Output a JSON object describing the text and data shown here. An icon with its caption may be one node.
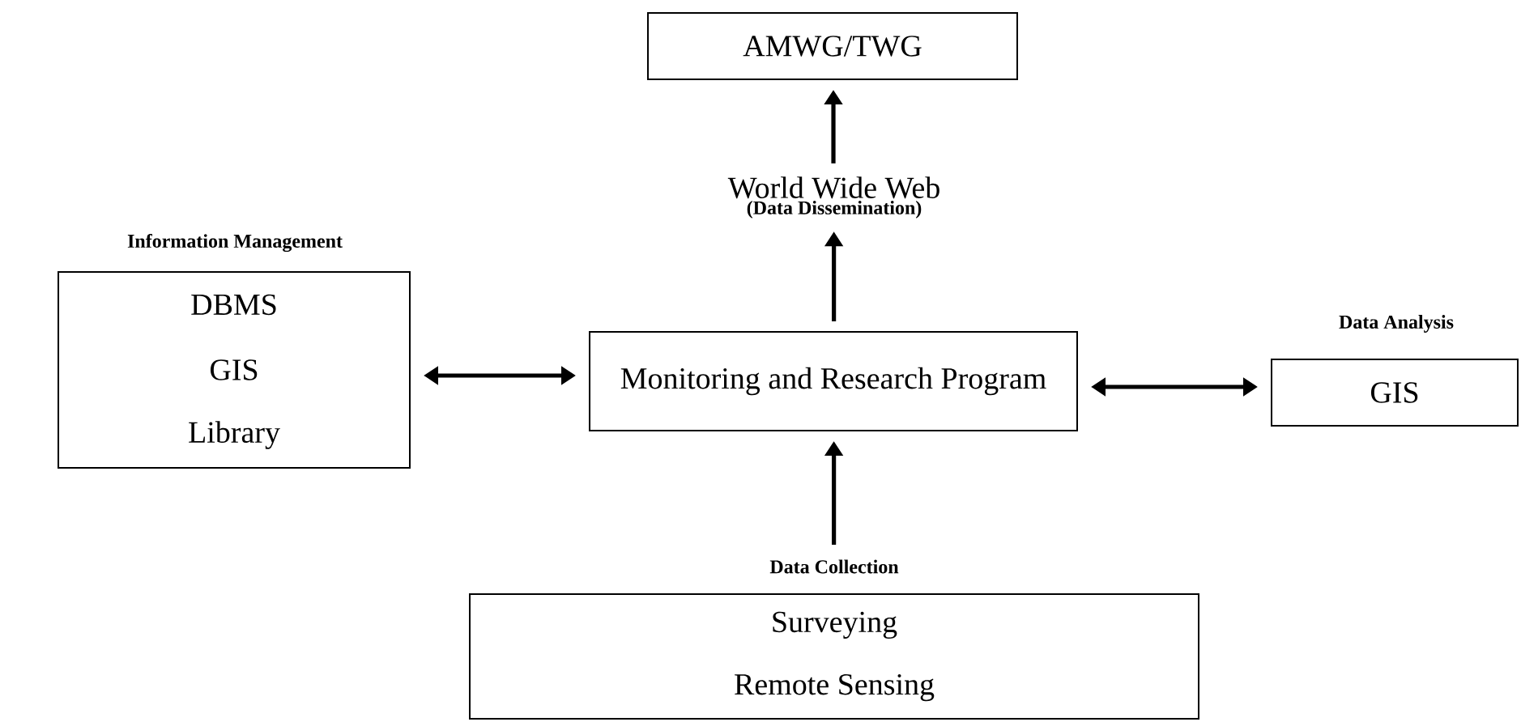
{
  "diagram": {
    "nodes": [
      {
        "text": [
          "AMWG/TWG"
        ]
      },
      {
        "text": [
          "World Wide Web",
          "(Data Dissemination)"
        ]
      },
      {
        "text": [
          "Monitoring and Research Program"
        ]
      },
      {
        "text": [
          "Information Management",
          "DBMS",
          "GIS",
          "Library"
        ]
      },
      {
        "text": [
          "Data Analysis",
          "GIS"
        ]
      },
      {
        "text": [
          "Data Collection",
          "Surveying",
          "Remote Sensing"
        ]
      }
    ],
    "edges": [
      {
        "from": 1,
        "to": 0,
        "arrow": "to"
      },
      {
        "from": 2,
        "to": 1,
        "arrow": "to"
      },
      {
        "from": 3,
        "to": 2,
        "arrow": "both"
      },
      {
        "from": 2,
        "to": 4,
        "arrow": "both"
      },
      {
        "from": 5,
        "to": 2,
        "arrow": "to"
      }
    ]
  }
}
